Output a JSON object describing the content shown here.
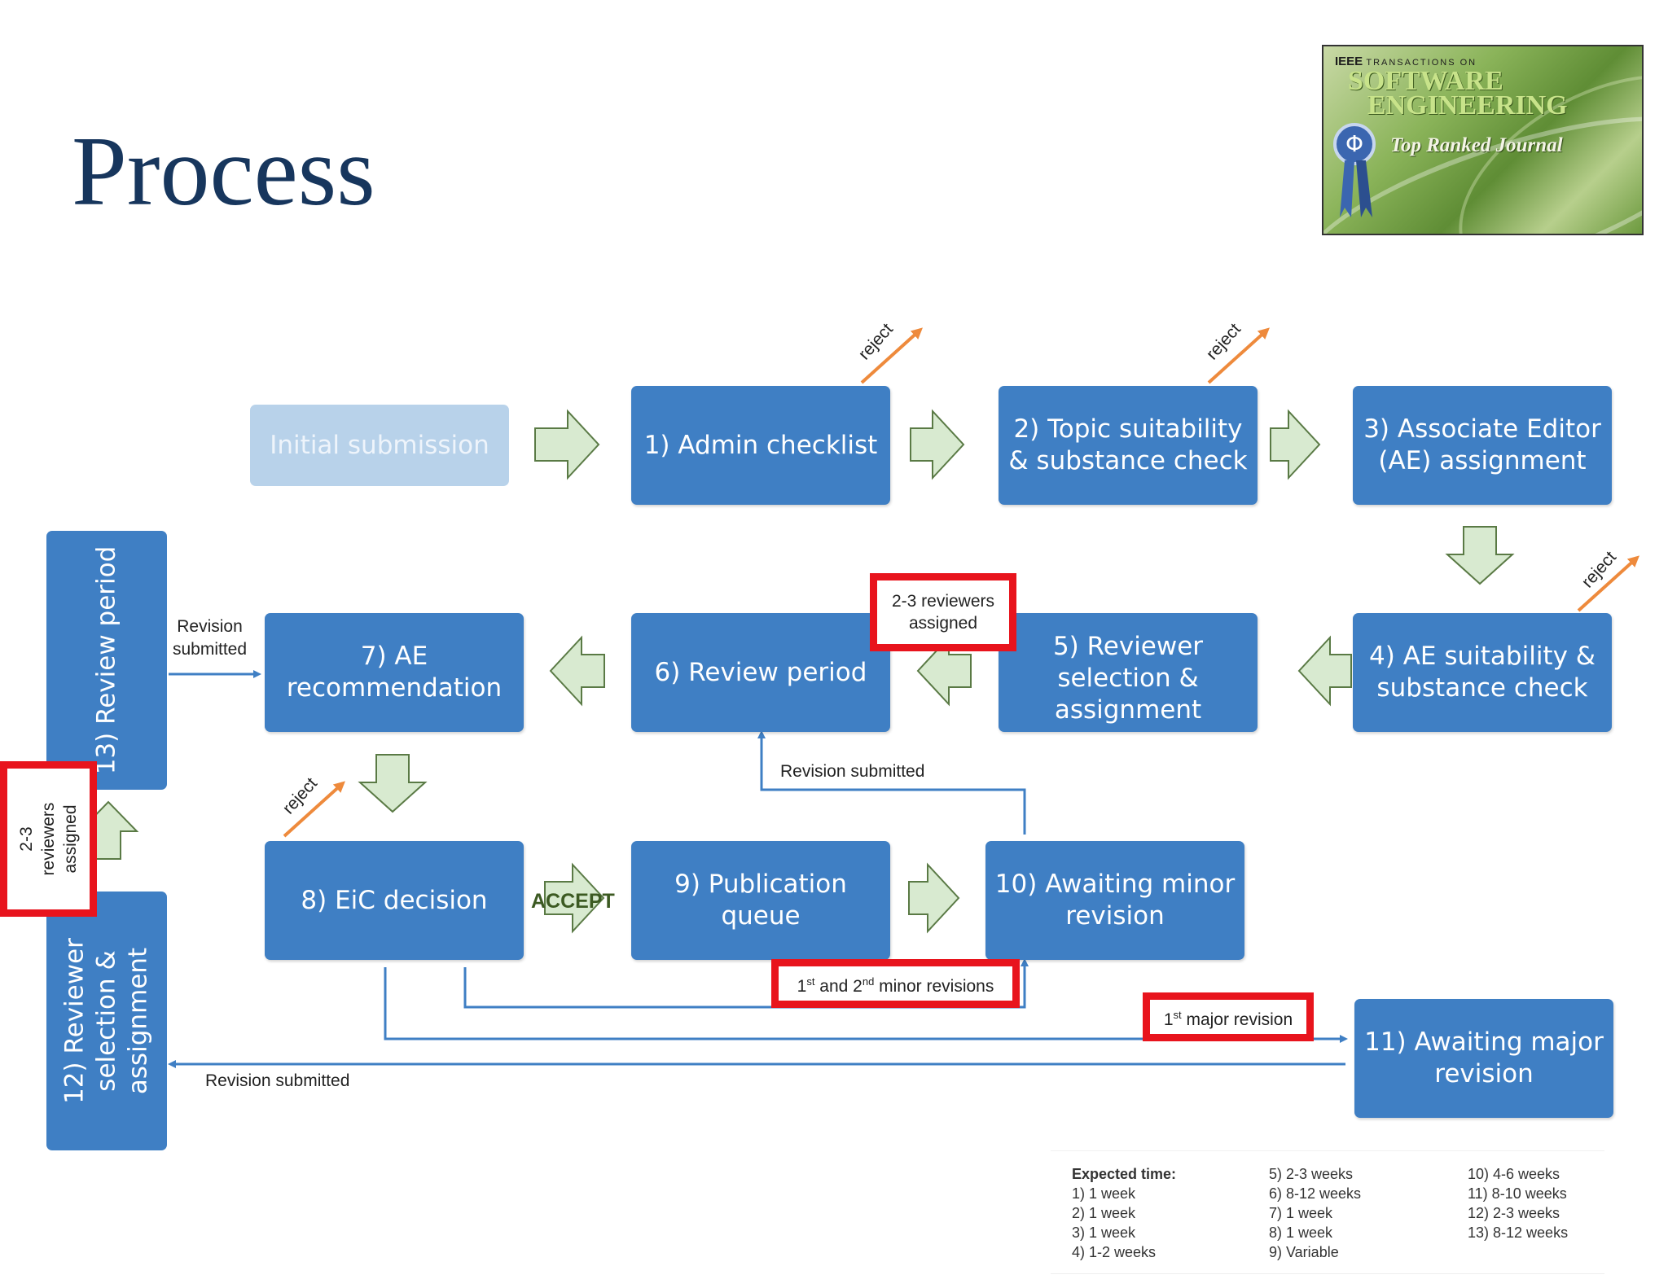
{
  "title": "Process",
  "logo": {
    "line1_bold": "IEEE",
    "line1_rest": "TRANSACTIONS ON",
    "line2": "SOFTWARE",
    "line3": "ENGINEERING",
    "tagline": "Top Ranked Journal",
    "badge_glyph": "Φ",
    "icon": "ribbon-badge-icon"
  },
  "steps": {
    "initial": "Initial submission",
    "s1": "1) Admin checklist",
    "s2": "2) Topic suitability & substance check",
    "s3": "3) Associate Editor (AE) assignment",
    "s4": "4) AE suitability & substance check",
    "s5": "5) Reviewer selection & assignment",
    "s6": "6) Review period",
    "s7": "7) AE recommendation",
    "s8": "8) EiC decision",
    "s9": "9) Publication queue",
    "s10": "10) Awaiting minor revision",
    "s11": "11) Awaiting major revision",
    "s12": "12) Reviewer selection & assignment",
    "s13": "13) Review period"
  },
  "labels": {
    "reject": "reject",
    "accept": "ACCEPT",
    "revision_submitted": "Revision submitted",
    "revision_submitted_2line": "Revision\nsubmitted",
    "reviewers_assigned": "2-3 reviewers assigned",
    "minor_revisions": "1st and 2nd minor revisions",
    "major_revision": "1st major revision"
  },
  "expected_time": {
    "heading": "Expected time:",
    "col1": [
      "1)  1 week",
      "2)  1 week",
      "3)  1 week",
      "4)  1-2 weeks"
    ],
    "col2": [
      "5)  2-3 weeks",
      "6)  8-12 weeks",
      "7)  1 week",
      "8)  1 week",
      "9)  Variable"
    ],
    "col3": [
      "10)   4-6 weeks",
      "11)   8-10 weeks",
      "12)   2-3 weeks",
      "13)   8-12 weeks"
    ]
  },
  "colors": {
    "box": "#3f7fc4",
    "box_light": "#b8d2ea",
    "flow_arrow_fill": "#d8ead0",
    "flow_arrow_stroke": "#5a7a45",
    "connector": "#3f7fc4",
    "reject_arrow": "#ee8a3c",
    "highlight": "#e8141d",
    "title": "#17365d"
  }
}
